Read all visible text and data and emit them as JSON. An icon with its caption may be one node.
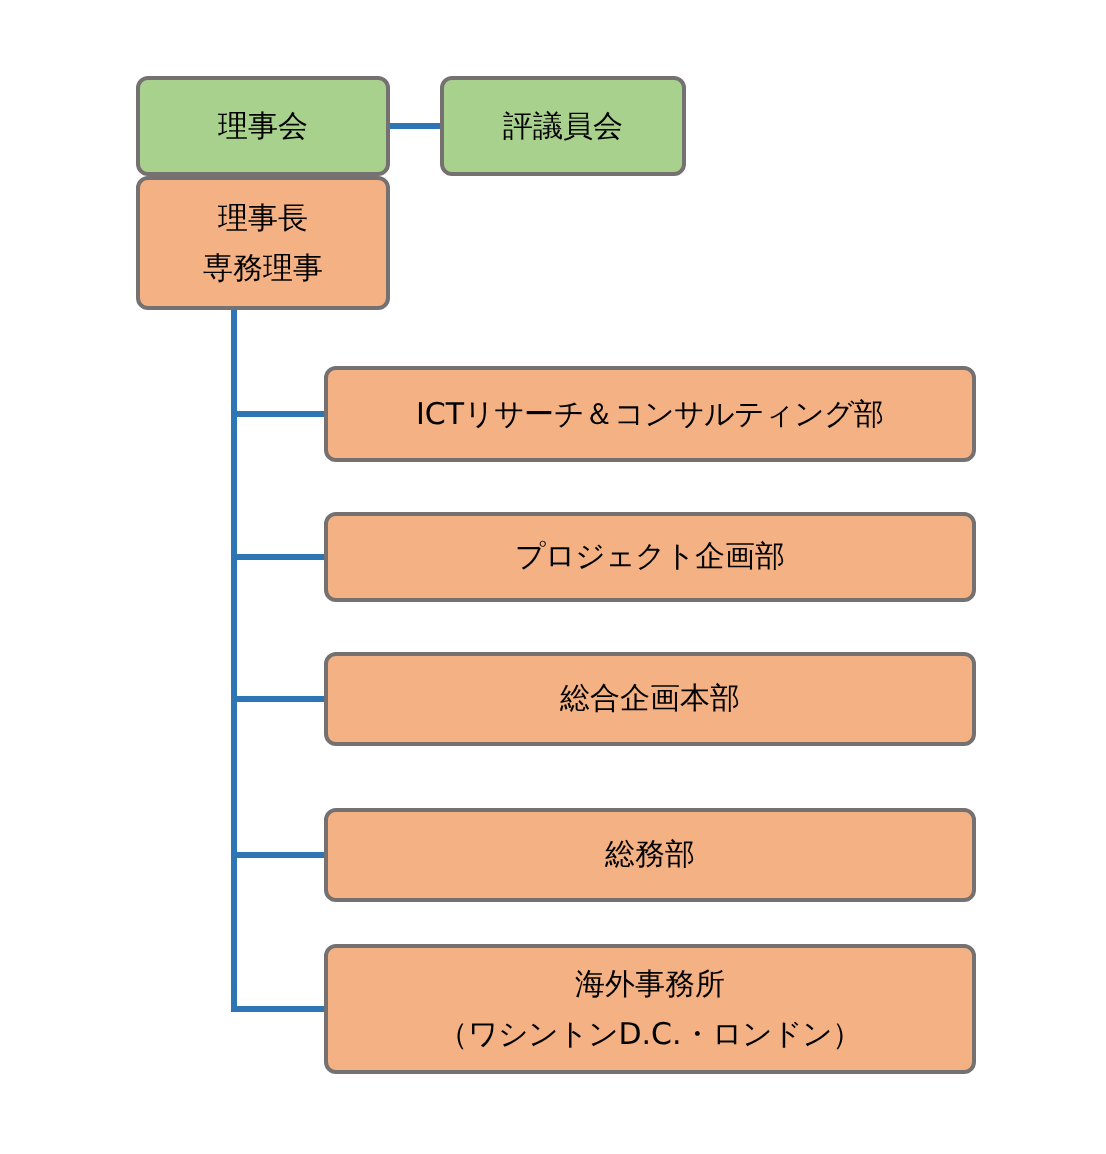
{
  "diagram": {
    "nodes": [
      {
        "text": [
          "理事会"
        ]
      },
      {
        "text": [
          "評議員会"
        ]
      },
      {
        "text": [
          "理事長",
          "専務理事"
        ]
      },
      {
        "text": [
          "ICTリサーチ＆コンサルティング部"
        ]
      },
      {
        "text": [
          "プロジェクト企画部"
        ]
      },
      {
        "text": [
          "総合企画本部"
        ]
      },
      {
        "text": [
          "総務部"
        ]
      },
      {
        "text": [
          "海外事務所",
          "（ワシントンD.C.・ロンドン）"
        ]
      }
    ],
    "edges": [
      {
        "from": 0,
        "to": 1,
        "arrow": "none"
      },
      {
        "from": 2,
        "to": 3,
        "arrow": "none"
      },
      {
        "from": 2,
        "to": 4,
        "arrow": "none"
      },
      {
        "from": 2,
        "to": 5,
        "arrow": "none"
      },
      {
        "from": 2,
        "to": 6,
        "arrow": "none"
      },
      {
        "from": 2,
        "to": 7,
        "arrow": "none"
      }
    ]
  }
}
